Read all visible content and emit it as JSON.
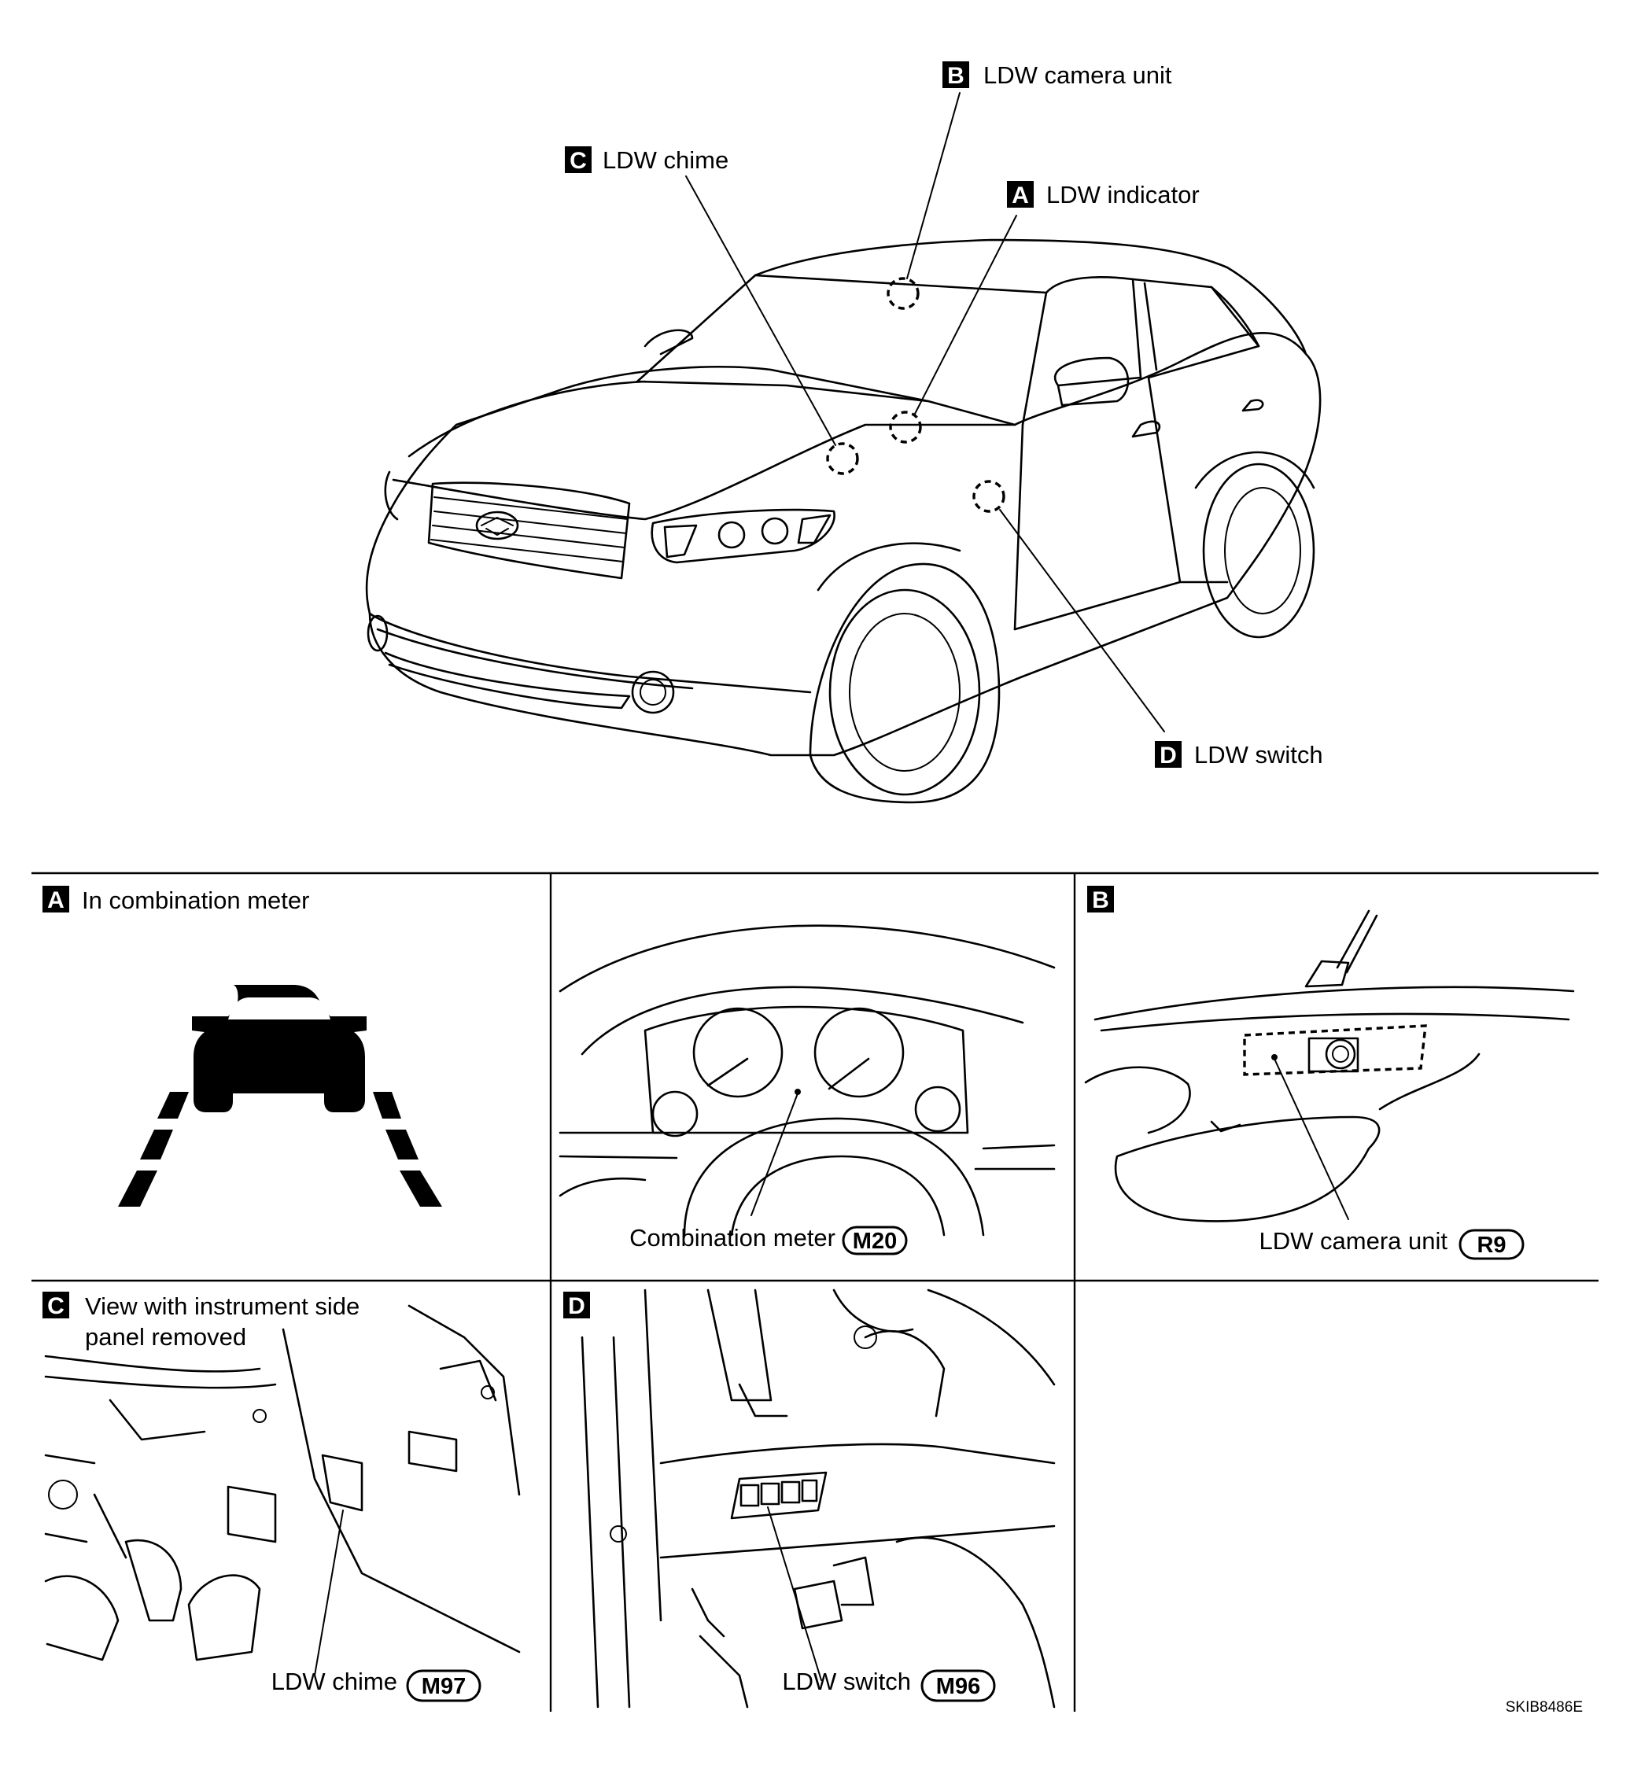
{
  "vehicle_view": {
    "callouts": [
      {
        "letter": "B",
        "label": "LDW camera unit"
      },
      {
        "letter": "C",
        "label": "LDW chime"
      },
      {
        "letter": "A",
        "label": "LDW indicator"
      },
      {
        "letter": "D",
        "label": "LDW switch"
      }
    ]
  },
  "panels": {
    "a": {
      "letter": "A",
      "title": "In combination meter"
    },
    "meter": {
      "label": "Combination meter",
      "connector": "M20"
    },
    "b": {
      "letter": "B",
      "label": "LDW camera unit",
      "connector": "R9"
    },
    "c": {
      "letter": "C",
      "title_line1": "View with instrument side",
      "title_line2": "panel removed",
      "label": "LDW chime",
      "connector": "M97"
    },
    "d": {
      "letter": "D",
      "label": "LDW switch",
      "connector": "M96"
    }
  },
  "reference_code": "SKIB8486E"
}
